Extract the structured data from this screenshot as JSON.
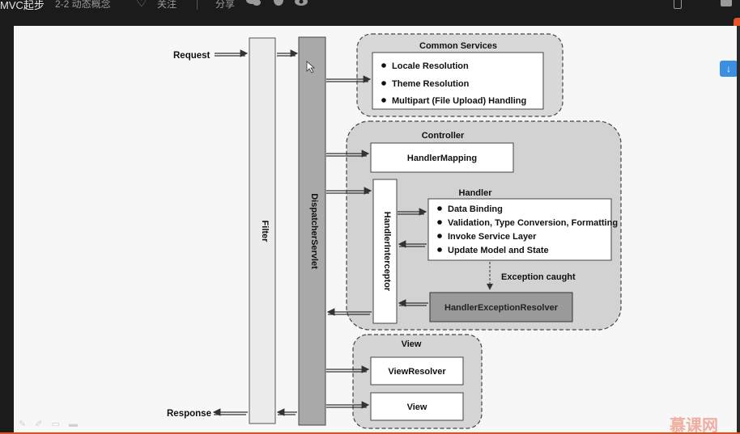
{
  "topbar": {
    "course": "MVC起步",
    "subtitle": "2-2 动态概念",
    "follow": "关注",
    "share": "分享",
    "icons": [
      "heart-icon",
      "wechat-icon",
      "qq-icon",
      "weibo-icon",
      "phone-icon",
      "bell-icon"
    ]
  },
  "diagram": {
    "request": "Request",
    "response": "Response",
    "filter": "Filter",
    "dispatcher": "DispatcherServlet",
    "common_services": {
      "title": "Common Services",
      "items": [
        "Locale Resolution",
        "Theme Resolution",
        "Multipart (File Upload) Handling"
      ]
    },
    "controller": {
      "title": "Controller",
      "handler_mapping": "HandlerMapping",
      "interceptor": "HandlerInterceptor",
      "handler": {
        "title": "Handler",
        "items": [
          "Data Binding",
          "Validation, Type Conversion, Formatting",
          "Invoke Service Layer",
          "Update Model and State"
        ]
      },
      "exception_caught": "Exception caught",
      "exception_resolver": "HandlerExceptionResolver"
    },
    "view_group": {
      "title": "View",
      "view_resolver": "ViewResolver",
      "view": "View"
    }
  },
  "logo": "慕课网",
  "colors": {
    "accent": "#e2552b",
    "download": "#3b8fe0"
  }
}
